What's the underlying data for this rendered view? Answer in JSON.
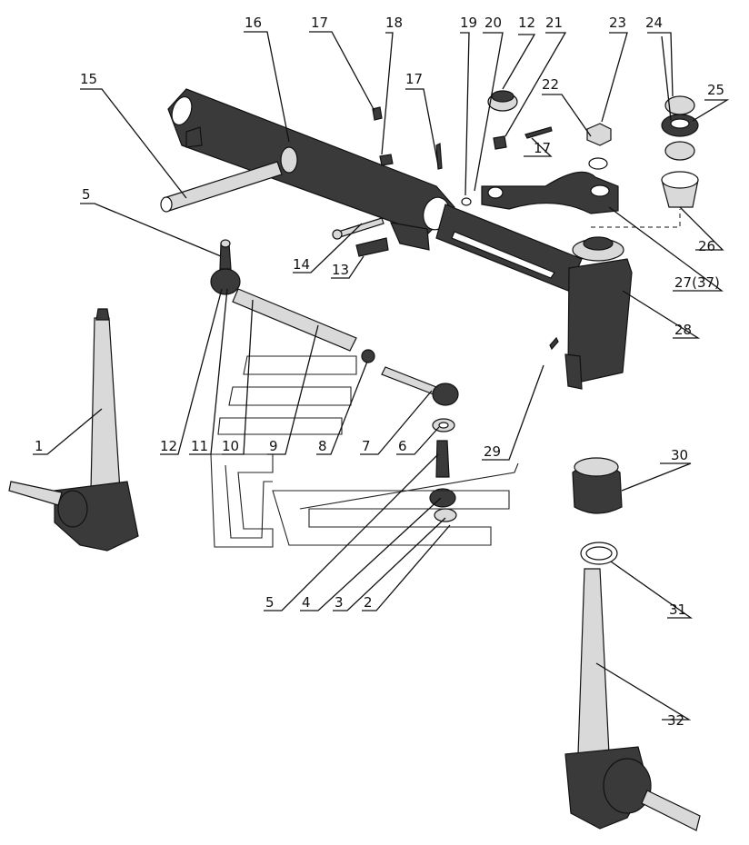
{
  "callouts": [
    {
      "id": "c16",
      "text": "16"
    },
    {
      "id": "c17a",
      "text": "17"
    },
    {
      "id": "c18",
      "text": "18"
    },
    {
      "id": "c19",
      "text": "19"
    },
    {
      "id": "c20",
      "text": "20"
    },
    {
      "id": "c12a",
      "text": "12"
    },
    {
      "id": "c21",
      "text": "21"
    },
    {
      "id": "c23",
      "text": "23"
    },
    {
      "id": "c24",
      "text": "24"
    },
    {
      "id": "c25",
      "text": "25"
    },
    {
      "id": "c15",
      "text": "15"
    },
    {
      "id": "c17b",
      "text": "17"
    },
    {
      "id": "c22",
      "text": "22"
    },
    {
      "id": "c17c",
      "text": "17"
    },
    {
      "id": "c5a",
      "text": "5"
    },
    {
      "id": "c14",
      "text": "14"
    },
    {
      "id": "c13",
      "text": "13"
    },
    {
      "id": "c26",
      "text": "26"
    },
    {
      "id": "c27",
      "text": "27(37)"
    },
    {
      "id": "c28",
      "text": "28"
    },
    {
      "id": "c1",
      "text": "1"
    },
    {
      "id": "c12b",
      "text": "12"
    },
    {
      "id": "c11",
      "text": "11"
    },
    {
      "id": "c10",
      "text": "10"
    },
    {
      "id": "c9",
      "text": "9"
    },
    {
      "id": "c8",
      "text": "8"
    },
    {
      "id": "c7",
      "text": "7"
    },
    {
      "id": "c6",
      "text": "6"
    },
    {
      "id": "c29",
      "text": "29"
    },
    {
      "id": "c30",
      "text": "30"
    },
    {
      "id": "c5b",
      "text": "5"
    },
    {
      "id": "c4",
      "text": "4"
    },
    {
      "id": "c3",
      "text": "3"
    },
    {
      "id": "c2",
      "text": "2"
    },
    {
      "id": "c31",
      "text": "31"
    },
    {
      "id": "c32",
      "text": "32"
    }
  ]
}
